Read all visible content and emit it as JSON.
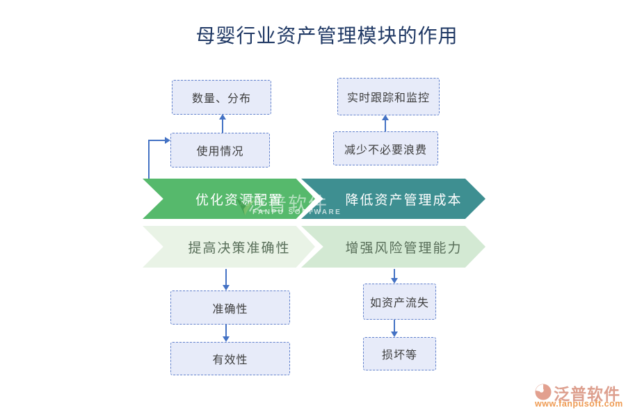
{
  "title": "母婴行业资产管理模块的作用",
  "diagram": {
    "left_flow": {
      "top_box": "数量、分布",
      "mid_box": "使用情况",
      "banner_main": "优化资源配置",
      "banner_sub": "提高决策准确性",
      "bottom_box1": "准确性",
      "bottom_box2": "有效性"
    },
    "right_flow": {
      "top_box": "实时跟踪和监控",
      "mid_box": "减少不必要浪费",
      "banner_main": "降低资产管理成本",
      "banner_sub": "增强风险管理能力",
      "bottom_box1": "如资产流失",
      "bottom_box2": "损坏等"
    }
  },
  "colors": {
    "banner_green": "#56b96c",
    "banner_teal": "#3e8f91",
    "banner_pale_green": "#e9f3e6",
    "banner_light_green": "#d3e9d3",
    "box_fill": "#e7ebf9",
    "box_border": "#6080cc",
    "arrow": "#4472c4",
    "title": "#1f3864"
  },
  "watermark_center": {
    "brand": "泛普软件",
    "brand_latin": "FANPU SOFTWARE"
  },
  "watermark_corner": {
    "brand": "泛普软件",
    "url": "www.fanpusoft.com"
  }
}
